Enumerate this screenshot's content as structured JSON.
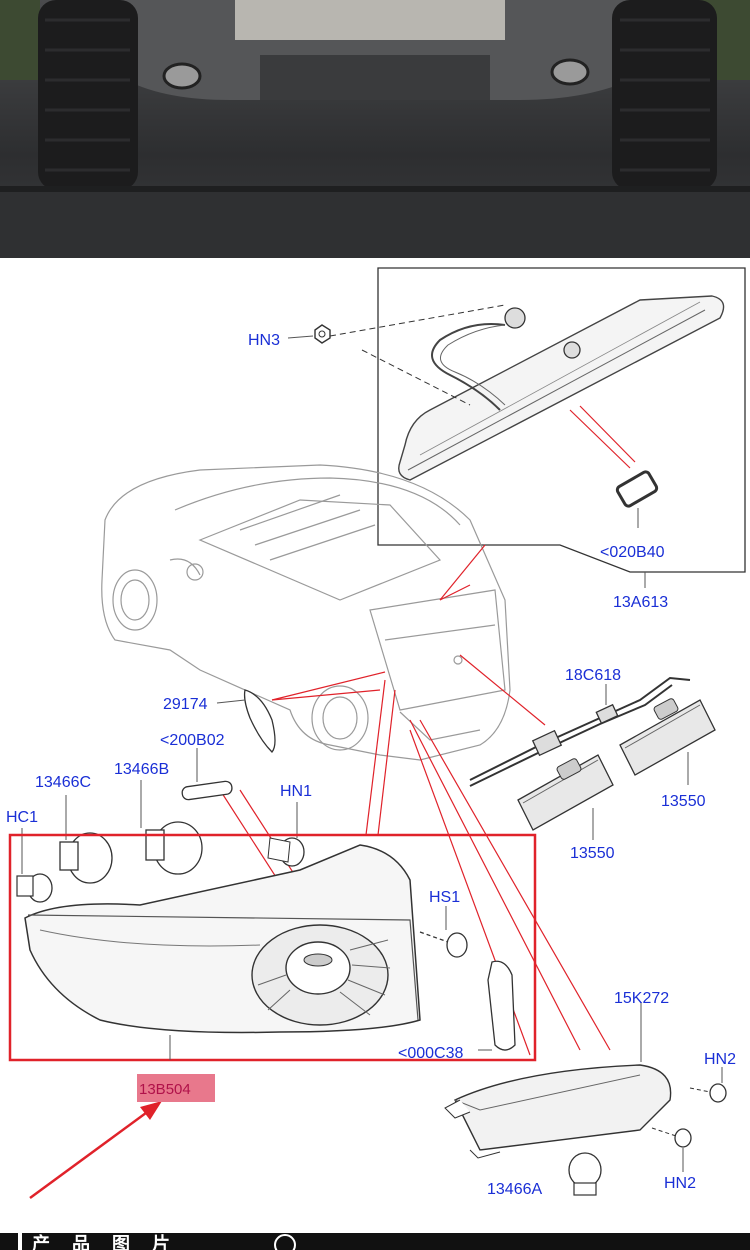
{
  "parts": {
    "hn3": "HN3",
    "p020b40": "<020B40",
    "p13a613": "13A613",
    "p18c618": "18C618",
    "p29174": "29174",
    "p200b02": "<200B02",
    "p13466c": "13466C",
    "p13466b": "13466B",
    "hn1": "HN1",
    "hc1": "HC1",
    "p13550_right": "13550",
    "p13550_center": "13550",
    "hs1": "HS1",
    "p15k272": "15K272",
    "hn2_top": "HN2",
    "p000c38": "<000C38",
    "p13b504": "13B504",
    "p13466a": "13466A",
    "hn2_bottom": "HN2"
  },
  "footer": {
    "title": "产品图片"
  },
  "colors": {
    "label_blue": "#1a2fd6",
    "highlight_red": "#e0222a",
    "highlight_label_bg": "#e8788c",
    "highlight_label_text": "#b0124a",
    "line_gray": "#555555"
  }
}
